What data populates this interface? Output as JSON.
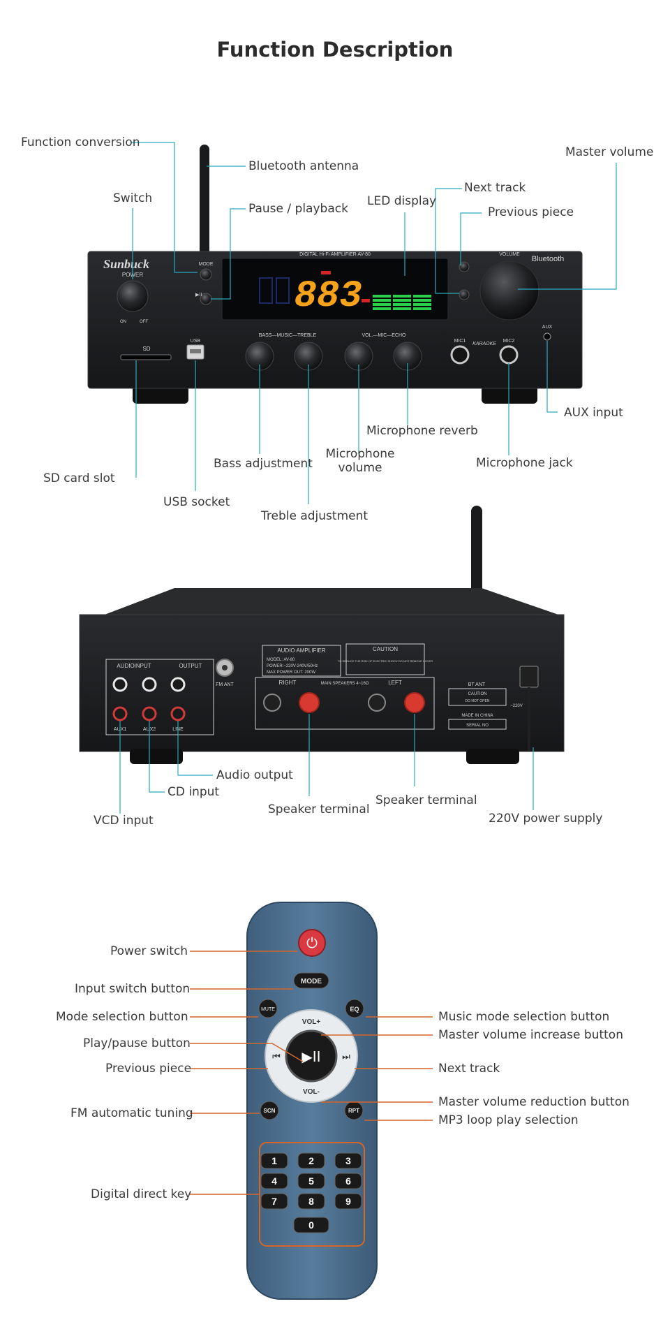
{
  "page": {
    "title": "Function Description"
  },
  "front_panel": {
    "brand": "Sunbuck",
    "model_line": "DIGITAL Hi-Fi AMPLIFIER AV-80",
    "display_value": "883",
    "panel_texts": {
      "mode": "MODE",
      "power": "POWER",
      "on": "ON",
      "off": "OFF",
      "sd": "SD",
      "usb": "USB",
      "tone_group": "BASS—MUSIC—TREBLE",
      "mic_group": "VOL.—MIC—ECHO",
      "volume": "VOLUME",
      "bluetooth": "Bluetooth",
      "mic1": "MIC1",
      "mic2": "MIC2",
      "karaoke": "KARAOKE",
      "aux": "AUX"
    },
    "labels": {
      "function_conversion": "Function conversion",
      "bluetooth_antenna": "Bluetooth antenna",
      "switch": "Switch",
      "pause_playback": "Pause / playback",
      "led_display": "LED display",
      "next_track": "Next track",
      "previous_piece": "Previous piece",
      "master_volume": "Master volume",
      "aux_input": "AUX input",
      "microphone_reverb": "Microphone reverb",
      "microphone_volume": "Microphone volume",
      "microphone_jack": "Microphone jack",
      "bass_adjustment": "Bass adjustment",
      "sd_card_slot": "SD card slot",
      "usb_socket": "USB socket",
      "treble_adjustment": "Treble adjustment"
    }
  },
  "rear_panel": {
    "panel_texts": {
      "audio_input": "AUDIOINPUT",
      "output": "OUTPUT",
      "aux1": "AUX1",
      "aux2": "AUX2",
      "line": "LINE",
      "fm_ant": "FM ANT",
      "bt_ant": "BT ANT",
      "audio_amplifier": "AUDIO AMPLIFIER",
      "model": "MODEL: AV-80",
      "power": "POWER:~220V-240V/50Hz",
      "max_power": "MAX POWER OUT: 200W",
      "caution": "CAUTION",
      "caution_text": "TO REDUCE THE RISK OF ELECTRIC SHOCK DO NOT REMOVE COVER",
      "right": "RIGHT",
      "left": "LEFT",
      "main_speakers": "MAIN SPEAKERS 4~16Ω",
      "made_in_china": "MADE IN CHINA",
      "serial_no": "SERIAL NO",
      "do_not_open": "DO NOT OPEN",
      "voltage": "~220V"
    },
    "labels": {
      "audio_output": "Audio output",
      "cd_input": "CD input",
      "vcd_input": "VCD input",
      "speaker_terminal_right": "Speaker terminal",
      "speaker_terminal_left": "Speaker terminal",
      "power_supply": "220V power supply"
    }
  },
  "remote": {
    "buttons": {
      "mode": "MODE",
      "mute": "MUTE",
      "eq": "EQ",
      "vol_up": "VOL+",
      "vol_down": "VOL-",
      "scn": "SCN",
      "rpt": "RPT",
      "play": "▶II",
      "prev": "⏮",
      "next": "⏭",
      "digits": [
        "1",
        "2",
        "3",
        "4",
        "5",
        "6",
        "7",
        "8",
        "9",
        "0"
      ]
    },
    "labels": {
      "power_switch": "Power switch",
      "input_switch_button": "Input switch button",
      "mode_selection_button": "Mode selection button",
      "play_pause_button": "Play/pause button",
      "previous_piece": "Previous piece",
      "fm_automatic_tuning": "FM automatic tuning",
      "digital_direct_key": "Digital direct key",
      "music_mode_selection_button": "Music mode selection button",
      "master_volume_increase_button": "Master volume increase button",
      "next_track": "Next track",
      "master_volume_reduction_button": "Master volume reduction button",
      "mp3_loop_play_selection": "MP3 loop play selection"
    }
  },
  "colors": {
    "callout_teal": "#2aa9bf",
    "callout_orange": "#d4662a",
    "led_orange": "#f7a21b",
    "device_black": "#1d1e20",
    "remote_blue": "#4b6f8e"
  }
}
